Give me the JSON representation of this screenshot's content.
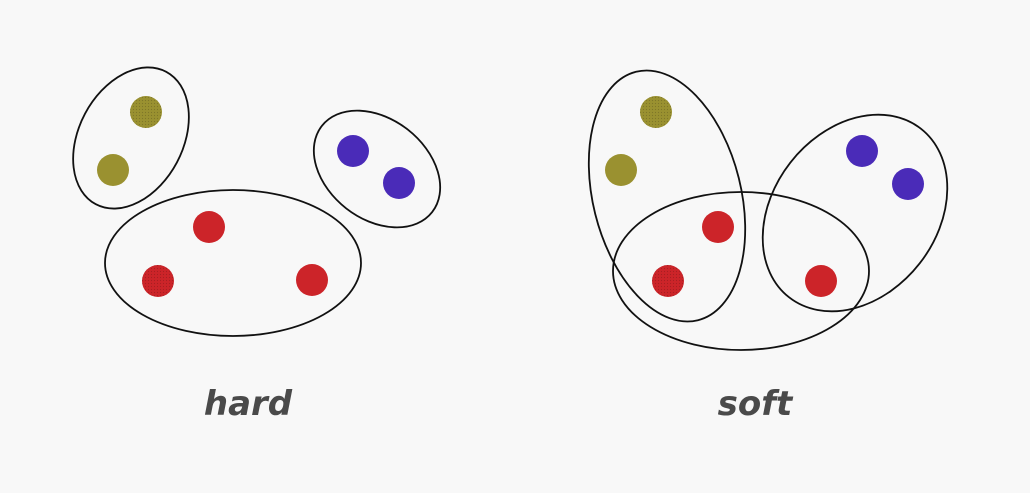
{
  "labels": {
    "hard": "hard",
    "soft": "soft"
  },
  "colors": {
    "background": "#f8f8f8",
    "olive": "#9a9130",
    "red": "#cc2429",
    "purple": "#4a2bb8",
    "outline": "#111111",
    "label": "#4a4a4a"
  },
  "panels": [
    {
      "name": "hard",
      "points": [
        {
          "group": "olive"
        },
        {
          "group": "olive"
        },
        {
          "group": "purple"
        },
        {
          "group": "purple"
        },
        {
          "group": "red"
        },
        {
          "group": "red"
        },
        {
          "group": "red"
        }
      ],
      "clusters": [
        "olive",
        "purple",
        "red"
      ]
    },
    {
      "name": "soft",
      "points": [
        {
          "group": "olive"
        },
        {
          "group": "olive"
        },
        {
          "group": "purple"
        },
        {
          "group": "purple"
        },
        {
          "group": "red"
        },
        {
          "group": "red"
        },
        {
          "group": "red"
        }
      ],
      "clusters": [
        "olive",
        "purple",
        "red"
      ]
    }
  ]
}
